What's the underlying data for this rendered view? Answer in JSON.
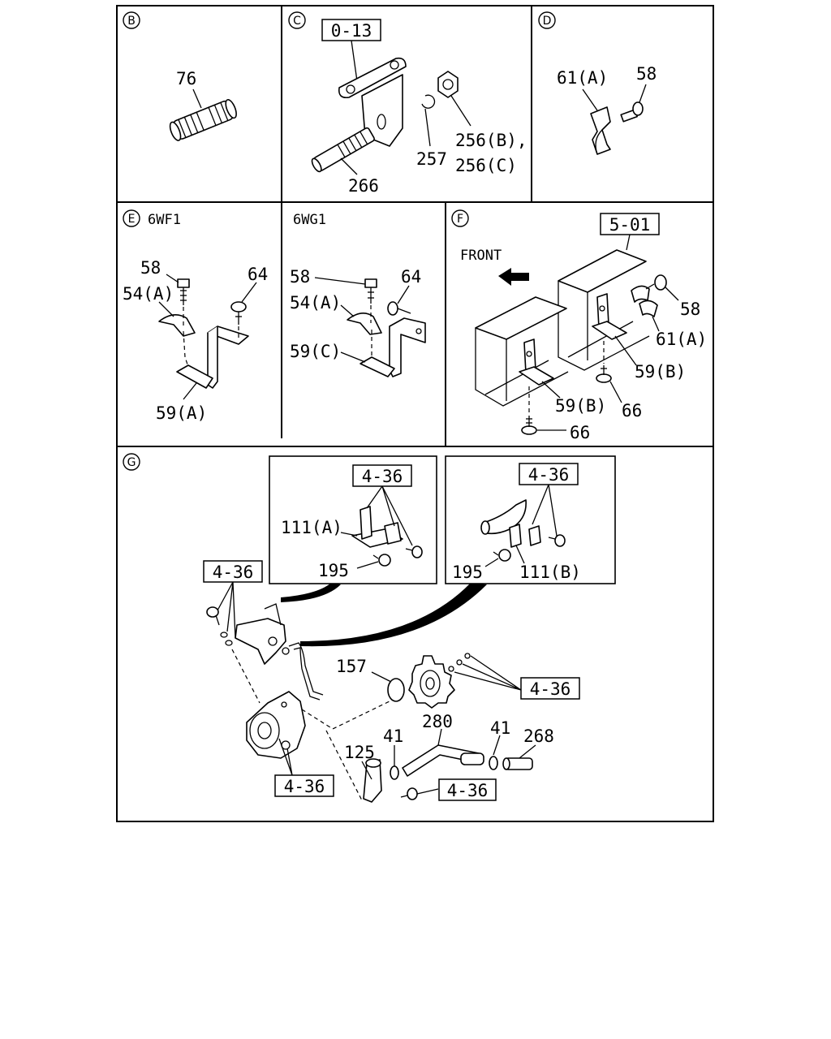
{
  "sections": {
    "B": {
      "letter": "B"
    },
    "C": {
      "letter": "C",
      "ref": "0-13"
    },
    "D": {
      "letter": "D"
    },
    "E": {
      "letter": "E",
      "variant_a": "6WF1",
      "variant_b": "6WG1"
    },
    "F": {
      "letter": "F",
      "ref": "5-01",
      "front": "FRONT"
    },
    "G": {
      "letter": "G",
      "ref": "4-36"
    }
  },
  "labels": {
    "p76": "76",
    "p266": "266",
    "p257": "257",
    "p256b": "256(B),",
    "p256c": "256(C)",
    "p61a": "61(A)",
    "p58": "58",
    "p54a": "54(A)",
    "p64": "64",
    "p59a": "59(A)",
    "p59c": "59(C)",
    "p59b": "59(B)",
    "p66": "66",
    "p111a": "111(A)",
    "p111b": "111(B)",
    "p195": "195",
    "p157": "157",
    "p280": "280",
    "p41": "41",
    "p268": "268",
    "p125": "125"
  }
}
